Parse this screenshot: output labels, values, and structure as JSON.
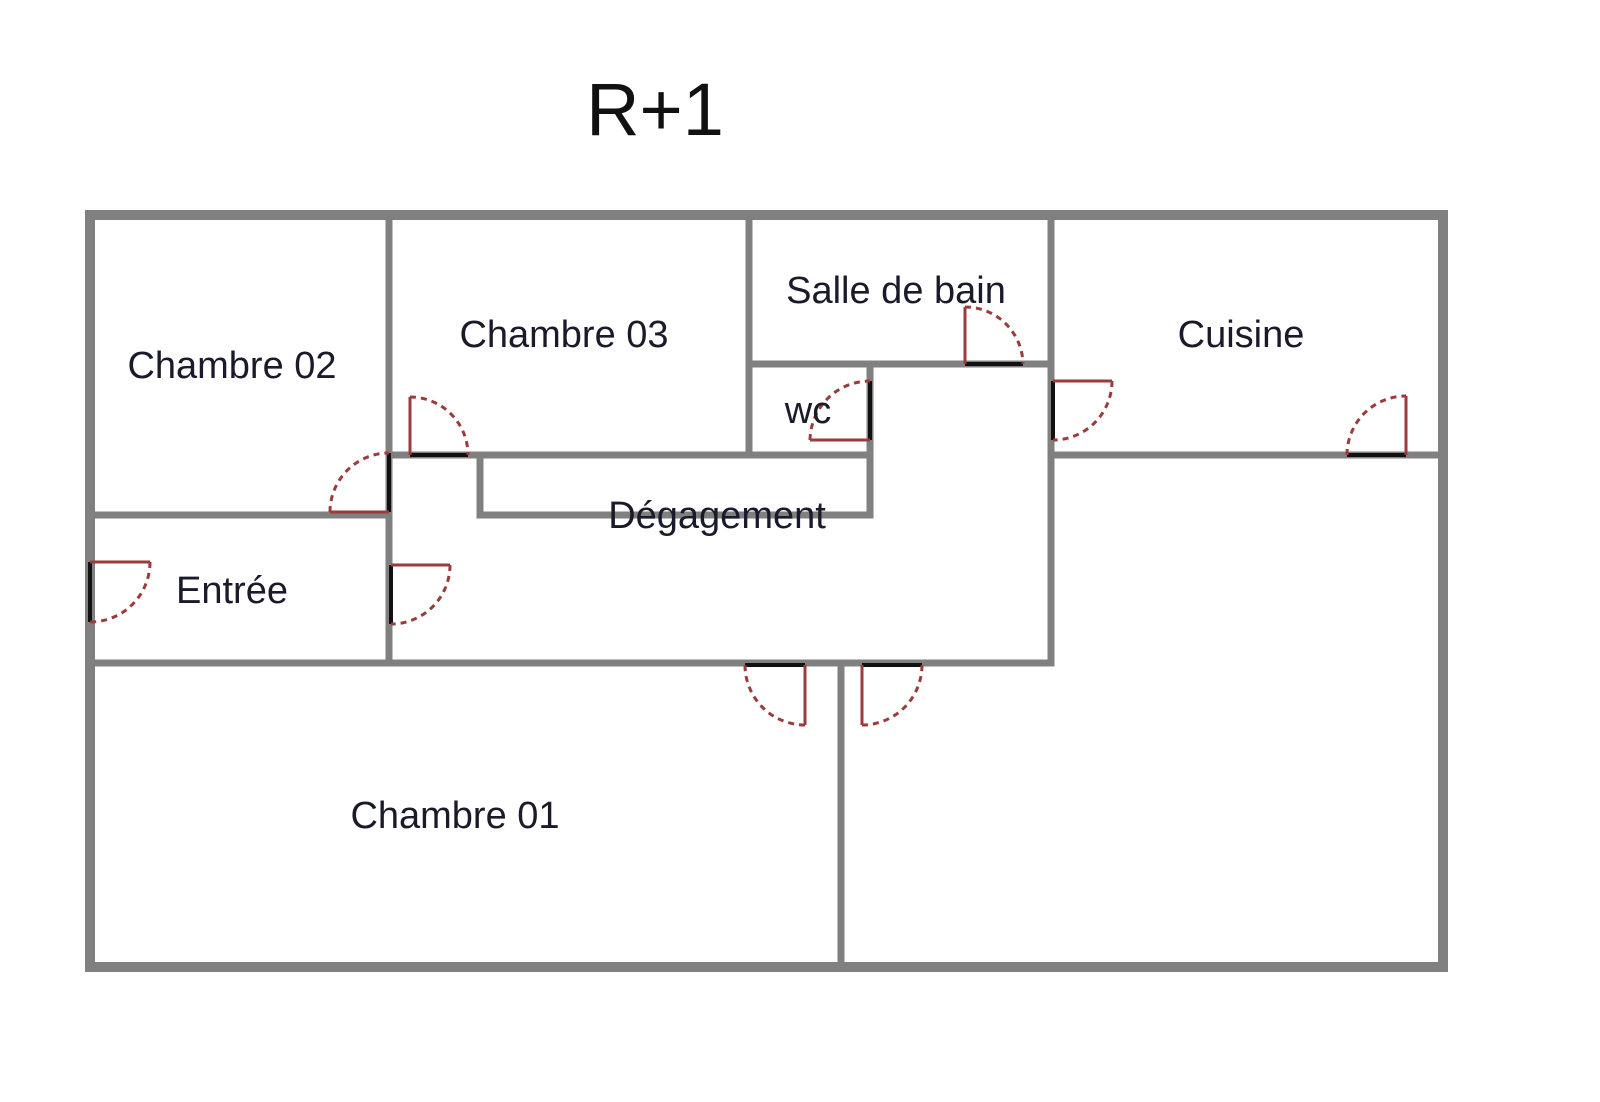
{
  "title": "R+1",
  "rooms": {
    "chambre02": "Chambre 02",
    "chambre03": "Chambre 03",
    "salle_de_bain": "Salle de bain",
    "cuisine": "Cuisine",
    "wc": "wc",
    "degagement": "Dégagement",
    "entree": "Entrée",
    "chambre01": "Chambre 01"
  },
  "colors": {
    "wall": "#808080",
    "door": "#9b3b3b",
    "threshold": "#111111"
  }
}
